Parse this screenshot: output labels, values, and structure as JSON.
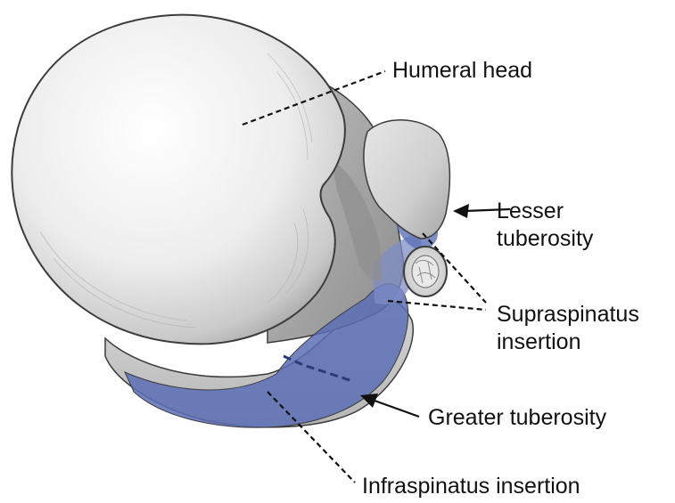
{
  "labels": {
    "humeral_head": "Humeral head",
    "lesser_tuberosity_line1": "Lesser",
    "lesser_tuberosity_line2": "tuberosity",
    "supraspinatus_line1": "Supraspinatus",
    "supraspinatus_line2": "insertion",
    "greater_tuberosity": "Greater tuberosity",
    "infraspinatus": "Infraspinatus insertion"
  },
  "colors": {
    "insertion_fill": "#5b6fb5",
    "bone_light": "#f4f4f4",
    "bone_shadow": "#9a9a9a",
    "outline": "#3c3c3c",
    "leader_line": "#111111"
  }
}
